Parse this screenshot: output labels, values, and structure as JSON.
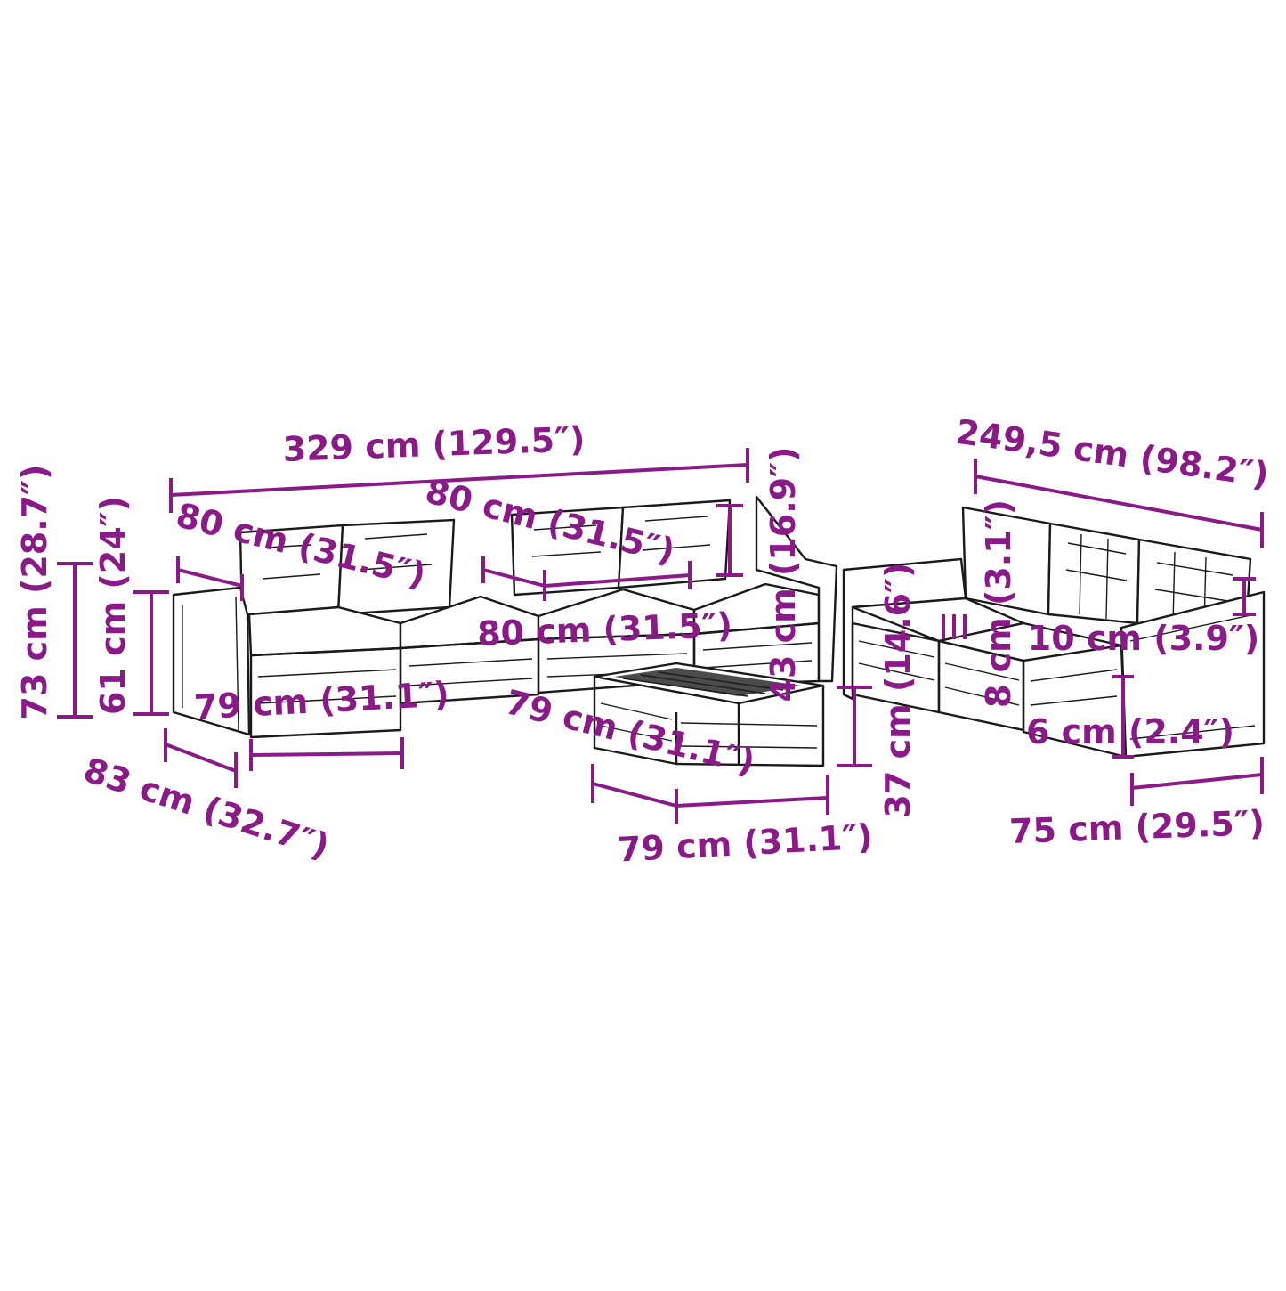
{
  "colors": {
    "dimension": "#8b1a89",
    "outline": "#1a1a1a",
    "background": "#ffffff"
  },
  "dimensions": {
    "total_width_left": "329 cm (129.5″)",
    "back_cushion_width_1": "80 cm (31.5″)",
    "back_cushion_width_2": "80 cm (31.5″)",
    "back_cushion_height": "43 cm (16.9″)",
    "seat_width": "80 cm (31.5″)",
    "total_height": "73 cm (28.7″)",
    "seat_back_height": "61 cm (24″)",
    "module_width": "79 cm (31.1″)",
    "module_depth_diag": "79 cm (31.1″)",
    "depth_left": "83 cm (32.7″)",
    "table_width": "79 cm (31.1″)",
    "table_height": "37 cm (14.6″)",
    "total_width_right": "249,5 cm (98.2″)",
    "cushion_thickness_small": "8 cm (3.1″)",
    "cushion_thickness": "10 cm (3.9″)",
    "seat_cushion_height": "6 cm (2.4″)",
    "depth_right": "75 cm (29.5″)"
  }
}
